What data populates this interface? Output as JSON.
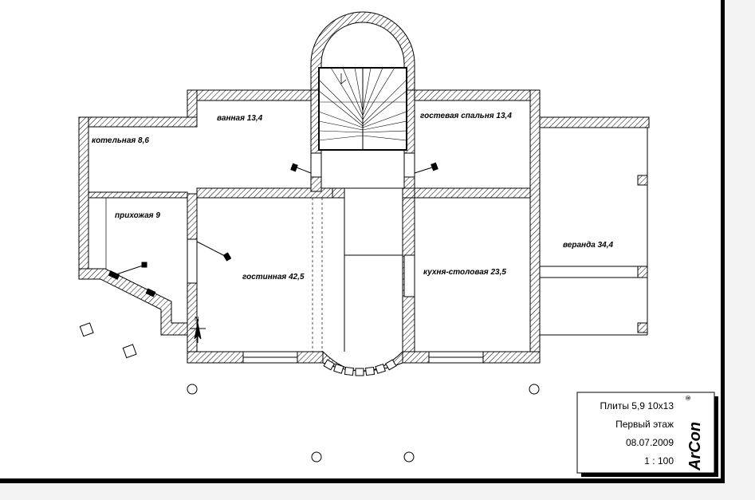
{
  "rooms": [
    {
      "id": "bathroom",
      "label": "ванная 13,4"
    },
    {
      "id": "guest-bedroom",
      "label": "гостевая спальня 13,4"
    },
    {
      "id": "boiler-room",
      "label": "котельная 8,6"
    },
    {
      "id": "hallway",
      "label": "прихожая 9"
    },
    {
      "id": "living-room",
      "label": "гостинная 42,5"
    },
    {
      "id": "kitchen-dining",
      "label": "кухня-столовая 23,5"
    },
    {
      "id": "veranda",
      "label": "веранда 34,4"
    }
  ],
  "title_block": {
    "project": "Плиты 5,9 10x13",
    "floor": "Первый этаж",
    "date": "08.07.2009",
    "scale": "1 : 100"
  },
  "logo": {
    "text": "ArCon",
    "mark": "®"
  },
  "north_arrow": {
    "label": "N"
  },
  "colors": {
    "line": "#000000",
    "hatch": "#000000",
    "frame_shadow": "#000000",
    "background": "#ffffff",
    "scrollbar": "#f3f3f3"
  }
}
